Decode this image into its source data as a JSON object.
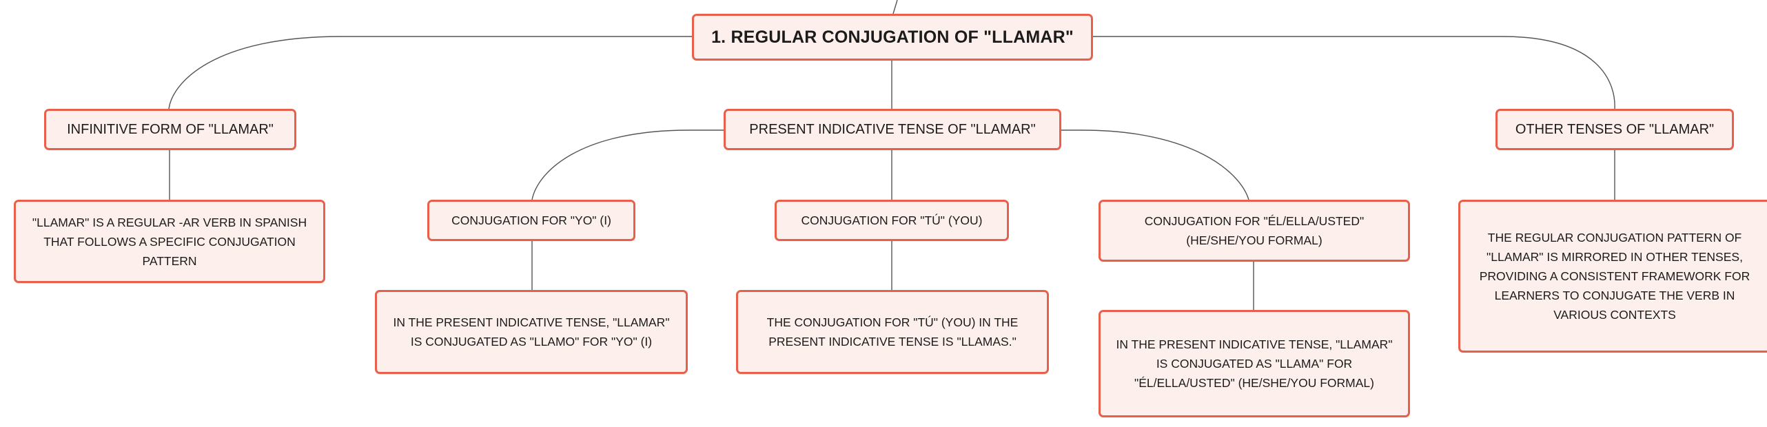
{
  "root": {
    "label": "1. REGULAR CONJUGATION OF \"LLAMAR\""
  },
  "branches": {
    "infinitive": {
      "label": "INFINITIVE FORM OF \"LLAMAR\"",
      "detail": "\"LLAMAR\" IS A REGULAR -AR VERB IN SPANISH THAT FOLLOWS A SPECIFIC CONJUGATION PATTERN"
    },
    "present": {
      "label": "PRESENT INDICATIVE TENSE OF \"LLAMAR\"",
      "yo": {
        "label": "CONJUGATION FOR \"YO\" (I)",
        "detail": "IN THE PRESENT INDICATIVE TENSE, \"LLAMAR\" IS CONJUGATED AS \"LLAMO\" FOR \"YO\" (I)"
      },
      "tu": {
        "label": "CONJUGATION FOR \"TÚ\" (YOU)",
        "detail": "THE CONJUGATION FOR \"TÚ\" (YOU) IN THE PRESENT INDICATIVE TENSE IS \"LLAMAS.\""
      },
      "el": {
        "label": "CONJUGATION FOR \"ÉL/ELLA/USTED\" (HE/SHE/YOU FORMAL)",
        "detail": "IN THE PRESENT INDICATIVE TENSE, \"LLAMAR\" IS CONJUGATED AS \"LLAMA\" FOR \"ÉL/ELLA/USTED\" (HE/SHE/YOU FORMAL)"
      }
    },
    "other": {
      "label": "OTHER TENSES OF \"LLAMAR\"",
      "detail": "THE REGULAR CONJUGATION PATTERN OF \"LLAMAR\" IS MIRRORED IN OTHER TENSES, PROVIDING A CONSISTENT FRAMEWORK FOR LEARNERS TO CONJUGATE THE VERB IN VARIOUS CONTEXTS"
    }
  },
  "colors": {
    "node_fill": "#fdf0ec",
    "node_border": "#e8604c",
    "connector": "#555555",
    "text": "#1b1b1b"
  }
}
